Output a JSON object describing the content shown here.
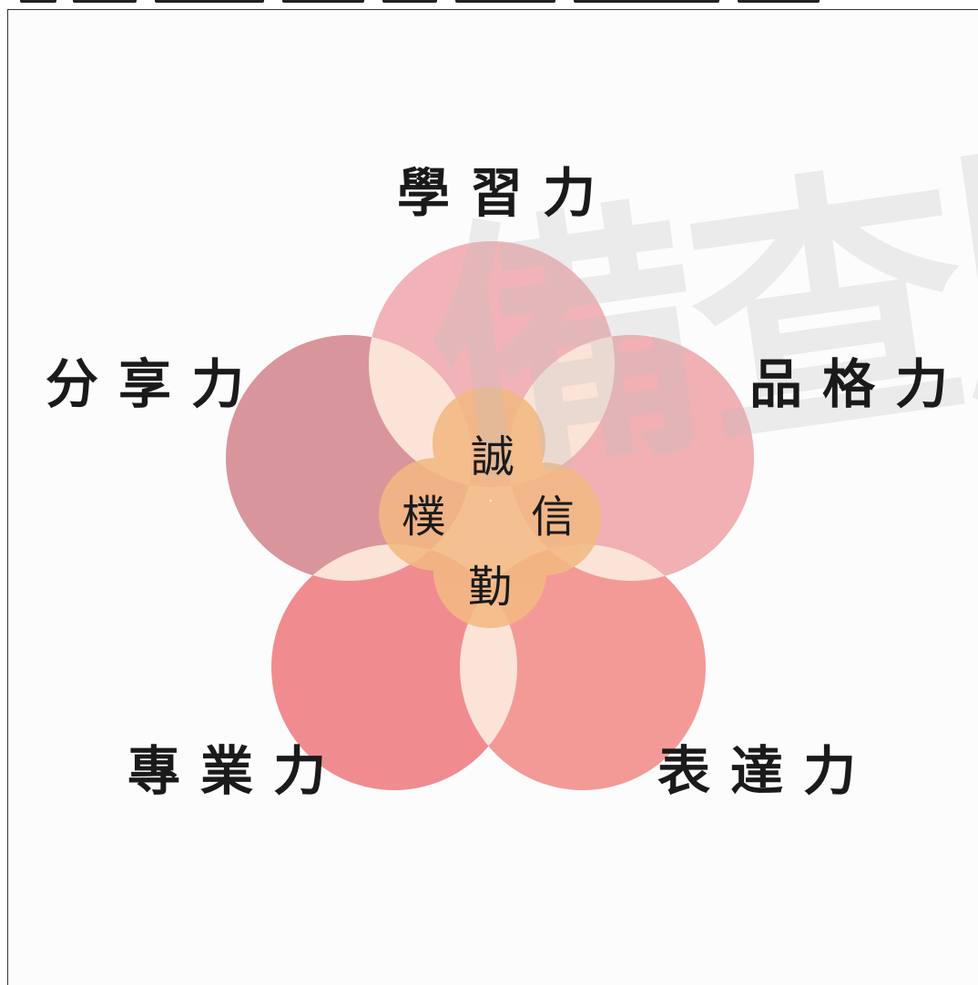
{
  "outer_labels": {
    "top": "學習力",
    "upper_left": "分享力",
    "upper_right": "品格力",
    "lower_left": "專業力",
    "lower_right": "表達力"
  },
  "core_labels": {
    "top": "誠",
    "left": "樸",
    "right": "信",
    "bottom": "勤"
  },
  "watermark": "備查版",
  "colors": {
    "petal_top": "#f2b3b8",
    "petal_upper_left": "#d9959c",
    "petal_upper_right": "#f0b0b4",
    "petal_lower_left": "#f08c90",
    "petal_lower_right": "#f39a96",
    "overlap": "#fbe3d8",
    "core": "#f3b882",
    "text": "#1a1a1a"
  }
}
